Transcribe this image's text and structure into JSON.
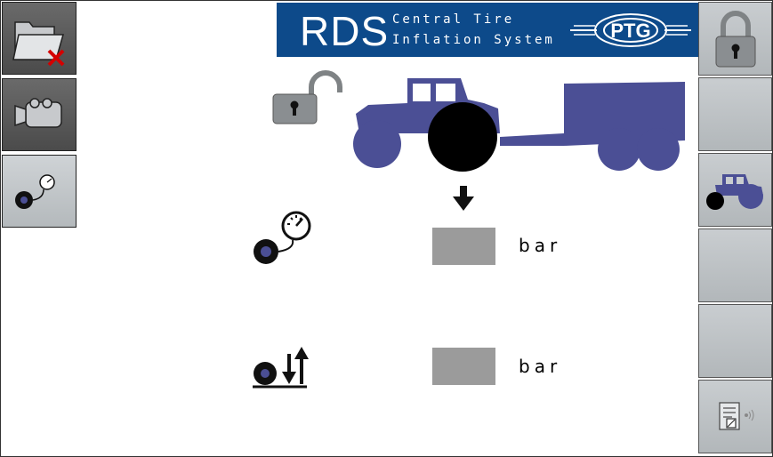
{
  "header": {
    "brand": "RDS",
    "subtitle_line1": "Central  Tire",
    "subtitle_line2": "Inflation System",
    "logo_text": "PTG"
  },
  "left_softkeys": [
    {
      "icon": "folder-close-icon"
    },
    {
      "icon": "camera-icon"
    },
    {
      "icon": "tire-pressure-gauge-icon"
    }
  ],
  "right_softkeys": [
    {
      "icon": "lock-icon"
    },
    {
      "icon": ""
    },
    {
      "icon": "tractor-icon"
    },
    {
      "icon": ""
    },
    {
      "icon": ""
    },
    {
      "icon": "settings-document-icon"
    }
  ],
  "main": {
    "lock_state_icon": "unlocked-padlock-icon",
    "vehicle_icon": "tractor-trailer-icon",
    "selection_arrow_icon": "down-arrow-icon",
    "rows": [
      {
        "icon": "tire-pressure-gauge-icon",
        "value": "",
        "unit": "bar"
      },
      {
        "icon": "tire-inflate-deflate-icon",
        "value": "",
        "unit": "bar"
      }
    ]
  },
  "colors": {
    "banner": "#0d4a8a",
    "vehicle": "#4b4f95",
    "value_box": "#9b9b9b"
  }
}
